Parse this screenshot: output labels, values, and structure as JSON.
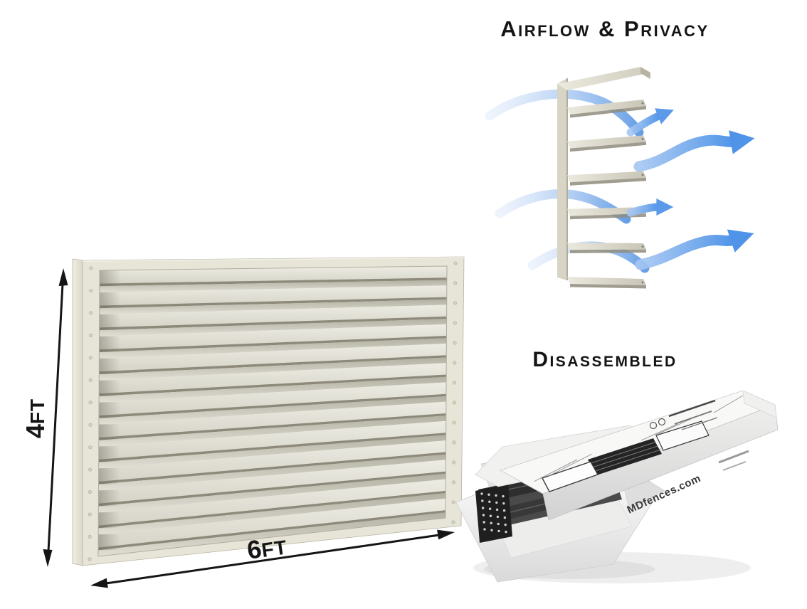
{
  "page": {
    "background": "#ffffff"
  },
  "headings": {
    "airflow": "Airflow & Privacy",
    "disassembled": "Disassembled"
  },
  "dimensions": {
    "height": {
      "value": "4",
      "unit": "FT"
    },
    "width": {
      "value": "6",
      "unit": "FT"
    }
  },
  "panel": {
    "louver_count": 13,
    "colors": {
      "face_light": "#edece3",
      "face_dark": "#d6d4c8",
      "shadow": "#8d8a7c",
      "under_dark": "#b3b1a3",
      "under_light": "#e1dfd4",
      "frame": "#e7e5d8",
      "frame_edge": "#b8b5a4",
      "side_light": "#f0eee1",
      "side_dark": "#dcd9c9",
      "rivet": "#d6d3c4"
    }
  },
  "airflow_diagram": {
    "slat_count": 6,
    "arrow_light": "#cfe0f8",
    "arrow_mid": "#8cb6ee",
    "arrow_dark": "#4f94e8",
    "slat_light": "#ebe9dd",
    "slat_dark": "#c8c5b6"
  },
  "box": {
    "side_text": "MDfences.com"
  }
}
